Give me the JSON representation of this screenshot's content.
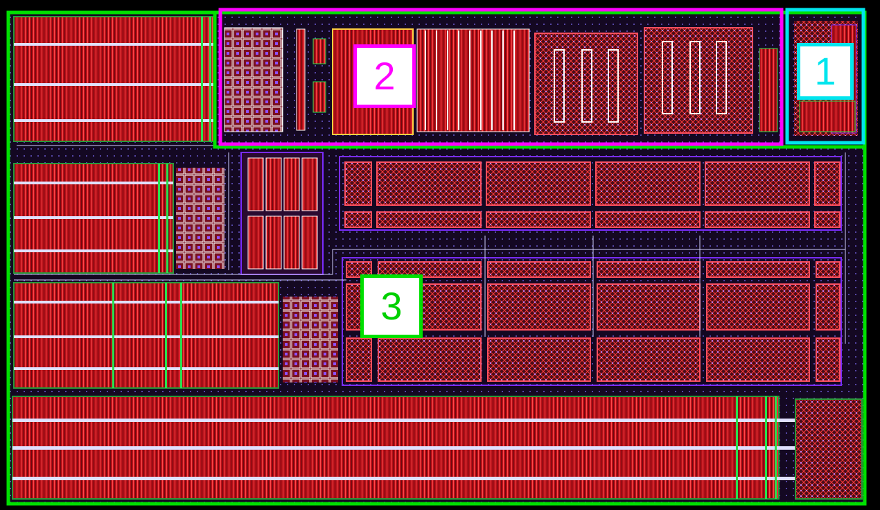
{
  "colors": {
    "background": "#000000",
    "metal": "#c0101a",
    "metal_hatch": "#ff3a3a",
    "poly": "#7a2cff",
    "contact": "#ffffff",
    "well": "#1a6a2a",
    "region_1": "#00e5ee",
    "region_2": "#ff00ff",
    "region_3": "#00e000"
  },
  "regions": [
    {
      "id": "1",
      "label": "1",
      "color": "#00e5ee"
    },
    {
      "id": "2",
      "label": "2",
      "color": "#ff00ff"
    },
    {
      "id": "3",
      "label": "3",
      "color": "#00e000"
    }
  ]
}
